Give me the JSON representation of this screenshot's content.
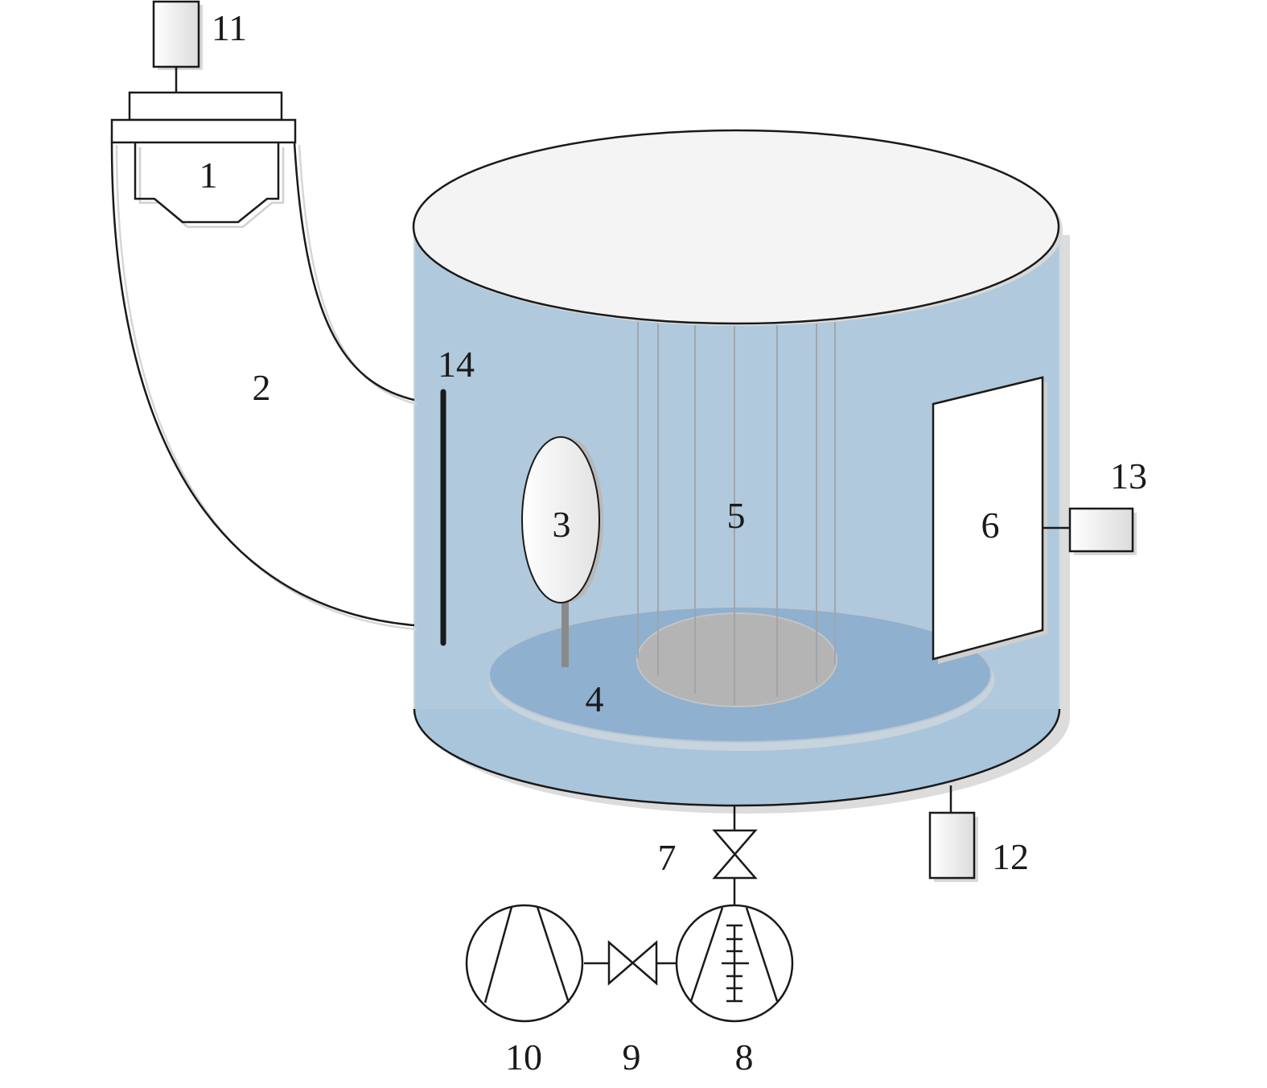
{
  "labels": {
    "l1": "1",
    "l2": "2",
    "l3": "3",
    "l4": "4",
    "l5": "5",
    "l6": "6",
    "l7": "7",
    "l8": "8",
    "l9": "9",
    "l10": "10",
    "l11": "11",
    "l12": "12",
    "l13": "13",
    "l14": "14"
  },
  "colors": {
    "chamber_fill": "#b0c9dc",
    "chamber_lower_band": "#a9c5dc",
    "lid_fill": "#f4f4f4",
    "disc_fill": "#8fb0cf",
    "disc_shadow": "#c7d3dd",
    "center_spot": "#b4b4b4",
    "line": "#1a1a1a"
  }
}
